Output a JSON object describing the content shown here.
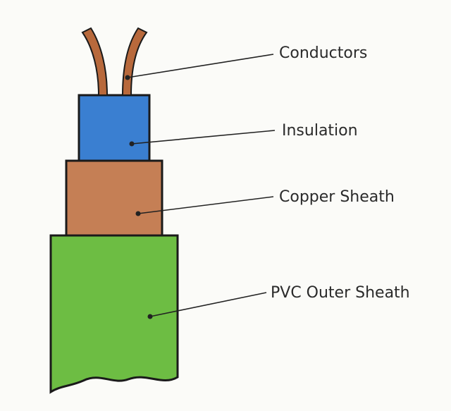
{
  "labels": {
    "conductors": "Conductors",
    "insulation": "Insulation",
    "copper_sheath": "Copper Sheath",
    "pvc_outer_sheath": "PVC Outer Sheath"
  },
  "colors": {
    "conductor": "#b8693c",
    "insulation": "#3a7fd1",
    "copper_sheath": "#c57f55",
    "pvc_outer_sheath": "#6dbd43",
    "outline": "#1a1a1a",
    "leader_line": "#222222"
  }
}
